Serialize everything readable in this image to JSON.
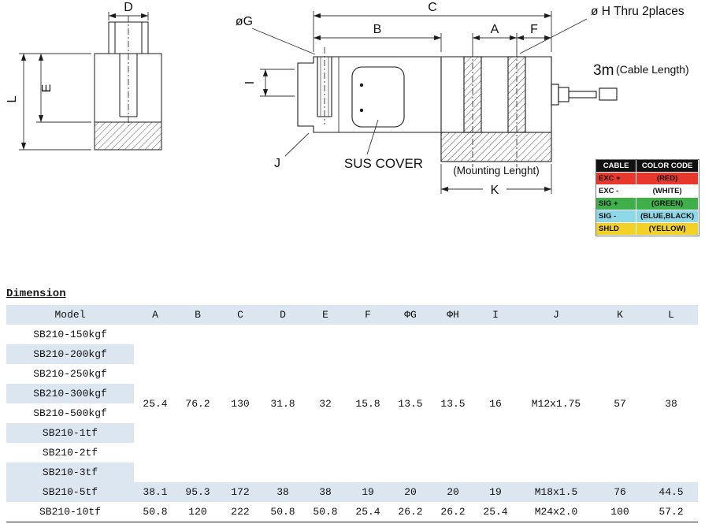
{
  "drawing": {
    "labels": {
      "D": "D",
      "E": "E",
      "L": "L",
      "C": "C",
      "B": "B",
      "A": "A",
      "F": "F",
      "I": "I",
      "J": "J",
      "K": "K",
      "phi_g": "øG",
      "phi_h_note": "ø H Thru 2places",
      "cable_3m": "3m",
      "cable_length": "(Cable Length)",
      "sus_cover": "SUS COVER",
      "mounting_length": "(Mounting Lenght)"
    }
  },
  "cable_table": {
    "headers": [
      "CABLE",
      "COLOR CODE"
    ],
    "header_bg": "#111111",
    "rows": [
      {
        "label": "EXC +",
        "color_name": "(RED)",
        "bg": "#e8382d"
      },
      {
        "label": "EXC -",
        "color_name": "(WHITE)",
        "bg": "#ffffff"
      },
      {
        "label": "SIG +",
        "color_name": "(GREEN)",
        "bg": "#3fb049"
      },
      {
        "label": "SIG -",
        "color_name": "(BLUE,BLACK)",
        "bg": "#8fd8e8"
      },
      {
        "label": "SHLD",
        "color_name": "(YELLOW)",
        "bg": "#f3d227"
      }
    ]
  },
  "dimension_table": {
    "title": "Dimension",
    "row_alt_color": "#dce6f1",
    "headers": [
      "Model",
      "A",
      "B",
      "C",
      "D",
      "E",
      "F",
      "ΦG",
      "ΦH",
      "I",
      "J",
      "K",
      "L"
    ],
    "group1": {
      "models": [
        "SB210-150kgf",
        "SB210-200kgf",
        "SB210-250kgf",
        "SB210-300kgf",
        "SB210-500kgf",
        "SB210-1tf",
        "SB210-2tf",
        "SB210-3tf"
      ],
      "values": [
        "25.4",
        "76.2",
        "130",
        "31.8",
        "32",
        "15.8",
        "13.5",
        "13.5",
        "16",
        "M12x1.75",
        "57",
        "38"
      ]
    },
    "rows": [
      {
        "model": "SB210-5tf",
        "values": [
          "38.1",
          "95.3",
          "172",
          "38",
          "38",
          "19",
          "20",
          "20",
          "19",
          "M18x1.5",
          "76",
          "44.5"
        ]
      },
      {
        "model": "SB210-10tf",
        "values": [
          "50.8",
          "120",
          "222",
          "50.8",
          "50.8",
          "25.4",
          "26.2",
          "26.2",
          "25.4",
          "M24x2.0",
          "100",
          "57.2"
        ]
      }
    ]
  }
}
